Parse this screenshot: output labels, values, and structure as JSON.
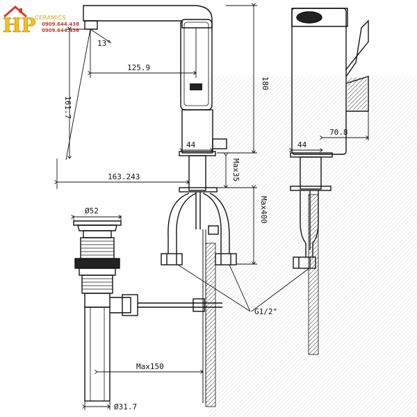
{
  "logo": {
    "brand": "HP",
    "subtitle": "CERAMICS",
    "phone_1": "0909.644.438",
    "phone_2": "0909.644.436",
    "colors": {
      "gold": "#f2c01e",
      "red": "#c0392b"
    }
  },
  "dimensions": {
    "spout_angle": "13°",
    "spout_reach": "125.9",
    "spout_height": "161.7",
    "total_height": "180",
    "base_width_front": "44",
    "overall_length": "163.243",
    "max_35": "Max35",
    "max_400": "Max400",
    "drain_diameter": "Ø52",
    "thread": "G1/2\"",
    "max_150": "Max150",
    "pipe_diameter": "Ø31.7",
    "side_base_width": "44",
    "side_depth": "70.8"
  }
}
